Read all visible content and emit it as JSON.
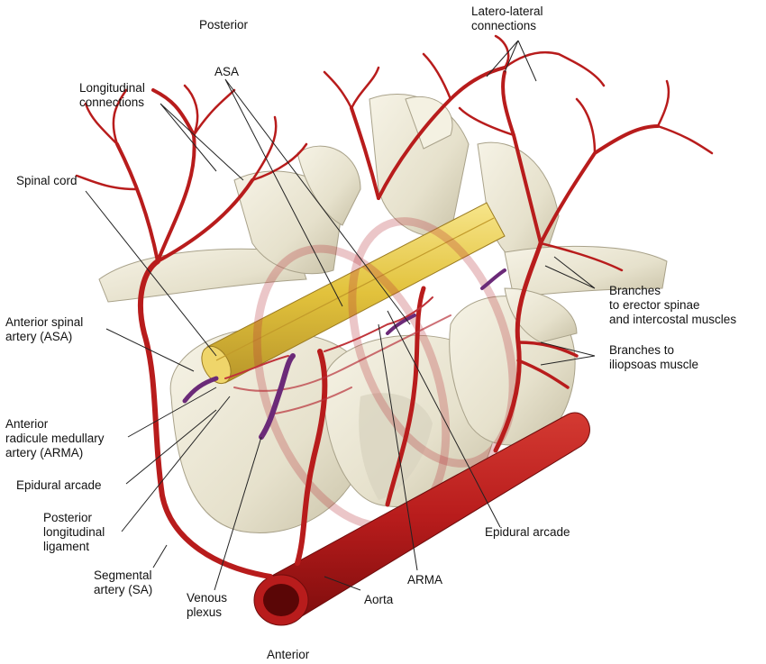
{
  "title_top": "Posterior",
  "title_bottom": "Anterior",
  "colors": {
    "artery": "#b81c1c",
    "artery_dark": "#8a1010",
    "bone": "#ece8d8",
    "bone_shadow": "#c9c3ad",
    "cord": "#e8c84a",
    "vein": "#6b2a78",
    "leader": "#222222"
  },
  "labels": {
    "latero_lateral": [
      "Latero-lateral",
      "connections"
    ],
    "asa_top": "ASA",
    "longitudinal": [
      "Longitudinal",
      "connections"
    ],
    "spinal_cord": "Spinal cord",
    "anterior_spinal": [
      "Anterior spinal",
      "artery (ASA)"
    ],
    "anterior_radicule": [
      "Anterior",
      "radicule medullary",
      "artery (ARMA)"
    ],
    "epidural_left": "Epidural arcade",
    "posterior_longitudinal": [
      "Posterior",
      "longitudinal",
      "ligament"
    ],
    "segmental": [
      "Segmental",
      "artery (SA)"
    ],
    "venous": [
      "Venous",
      "plexus"
    ],
    "aorta": "Aorta",
    "arma": "ARMA",
    "epidural_right": "Epidural arcade",
    "erector": [
      "Branches",
      "to erector spinae",
      "and intercostal muscles"
    ],
    "iliopsoas": [
      "Branches to",
      "iliopsoas muscle"
    ]
  }
}
